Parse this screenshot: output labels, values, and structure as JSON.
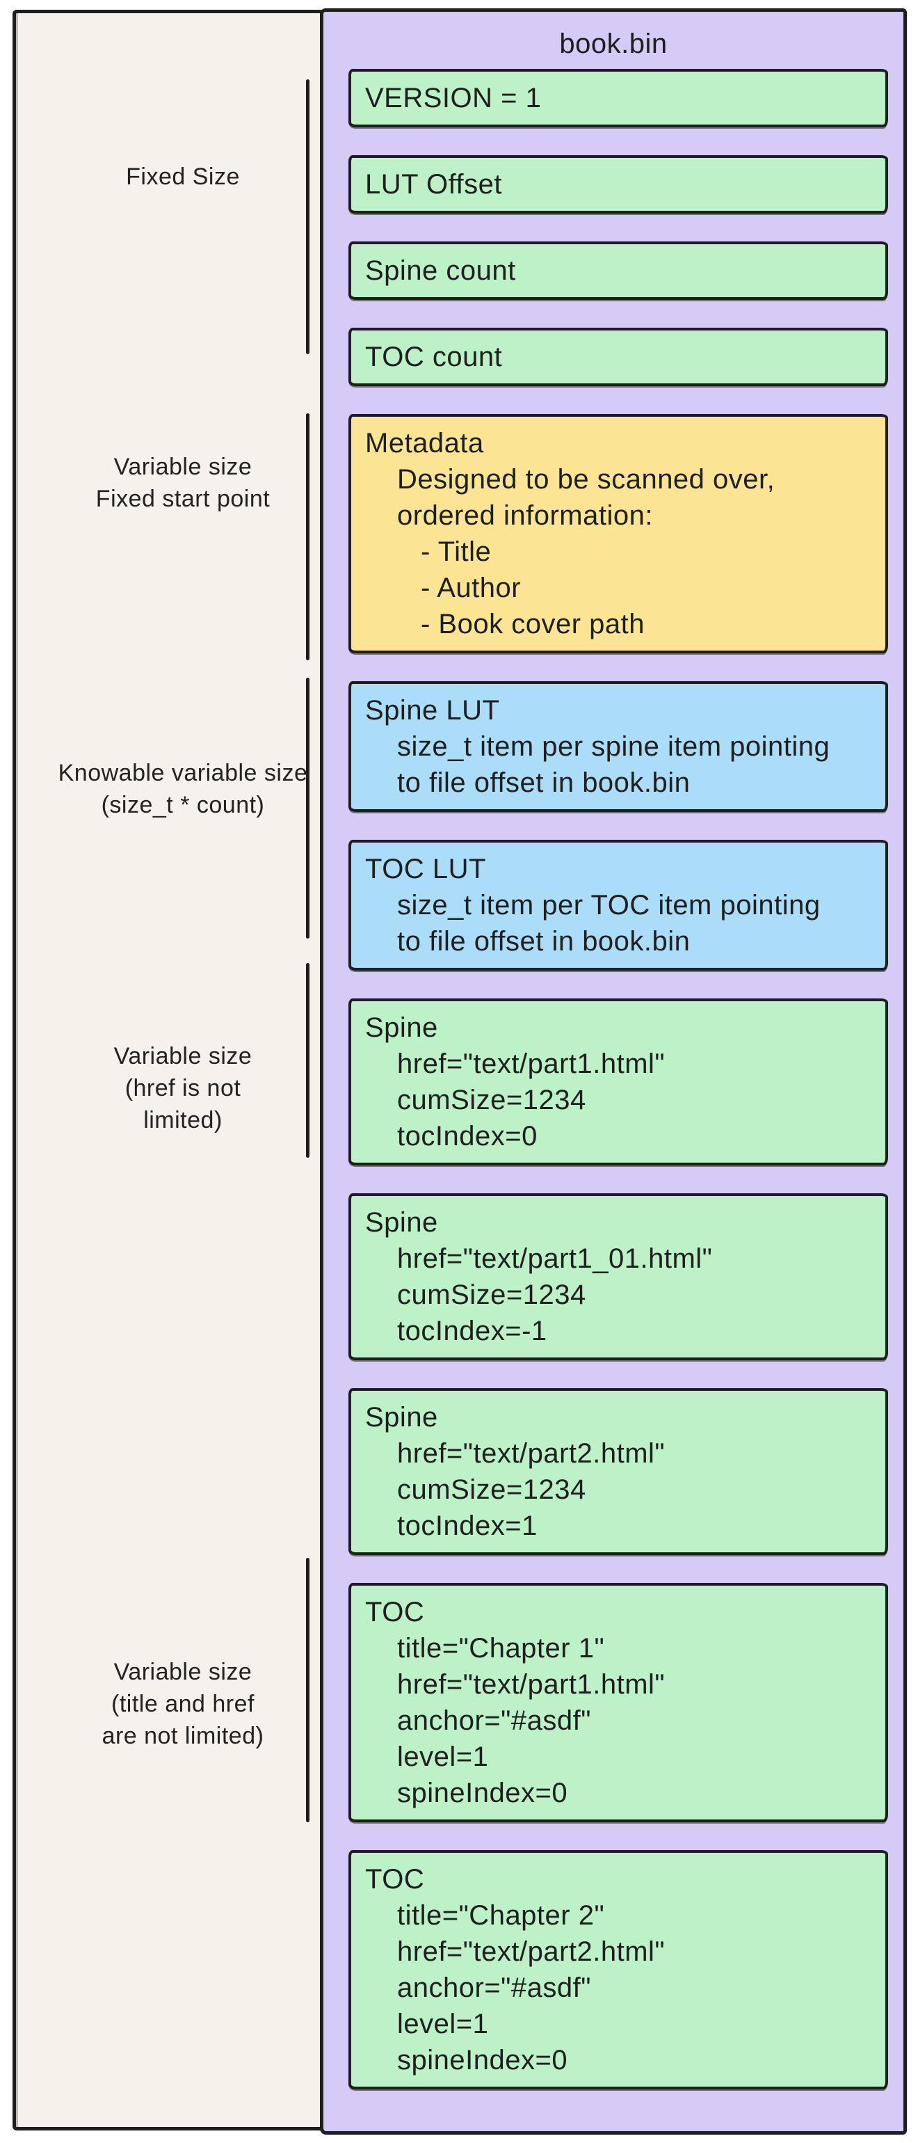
{
  "diagram": {
    "title": "book.bin",
    "palette": {
      "stroke": "#1e1e1e",
      "left_panel_bg": "#f6f1ea",
      "book_panel_bg": "#d6cbf7",
      "green": "#bdf2c8",
      "yellow": "#fbe494",
      "blue": "#abdcf8"
    },
    "side_labels": [
      {
        "lines": [
          "Fixed Size"
        ]
      },
      {
        "lines": [
          "Variable size",
          "Fixed start point"
        ]
      },
      {
        "lines": [
          "Knowable variable size",
          "(size_t * count)"
        ]
      },
      {
        "lines": [
          "Variable size",
          "(href is not",
          "limited)"
        ]
      },
      {
        "lines": [
          "Variable size",
          "(title and href",
          "are not limited)"
        ]
      }
    ],
    "blocks": [
      {
        "id": "version",
        "color": "green",
        "title": "VERSION = 1",
        "lines": []
      },
      {
        "id": "lut-offset",
        "color": "green",
        "title": "LUT Offset",
        "lines": []
      },
      {
        "id": "spine-count",
        "color": "green",
        "title": "Spine count",
        "lines": []
      },
      {
        "id": "toc-count",
        "color": "green",
        "title": "TOC count",
        "lines": []
      },
      {
        "id": "metadata",
        "color": "yellow",
        "title": "Metadata",
        "lines": [
          {
            "text": "Designed to be scanned over,",
            "indent": 1
          },
          {
            "text": "ordered information:",
            "indent": 1
          },
          {
            "text": "- Title",
            "indent": 2
          },
          {
            "text": "- Author",
            "indent": 2
          },
          {
            "text": "- Book cover path",
            "indent": 2
          }
        ]
      },
      {
        "id": "spine-lut",
        "color": "blue",
        "title": "Spine LUT",
        "lines": [
          {
            "text": "size_t item per spine item pointing",
            "indent": 1
          },
          {
            "text": "to file offset in book.bin",
            "indent": 1
          }
        ]
      },
      {
        "id": "toc-lut",
        "color": "blue",
        "title": "TOC LUT",
        "lines": [
          {
            "text": "size_t item per TOC item pointing",
            "indent": 1
          },
          {
            "text": "to file offset in book.bin",
            "indent": 1
          }
        ]
      },
      {
        "id": "spine-1",
        "color": "green",
        "title": "Spine",
        "lines": [
          {
            "text": "href=\"text/part1.html\"",
            "indent": 1
          },
          {
            "text": "cumSize=1234",
            "indent": 1
          },
          {
            "text": "tocIndex=0",
            "indent": 1
          }
        ]
      },
      {
        "id": "spine-2",
        "color": "green",
        "title": "Spine",
        "lines": [
          {
            "text": "href=\"text/part1_01.html\"",
            "indent": 1
          },
          {
            "text": "cumSize=1234",
            "indent": 1
          },
          {
            "text": "tocIndex=-1",
            "indent": 1
          }
        ]
      },
      {
        "id": "spine-3",
        "color": "green",
        "title": "Spine",
        "lines": [
          {
            "text": "href=\"text/part2.html\"",
            "indent": 1
          },
          {
            "text": "cumSize=1234",
            "indent": 1
          },
          {
            "text": "tocIndex=1",
            "indent": 1
          }
        ]
      },
      {
        "id": "toc-1",
        "color": "green",
        "title": "TOC",
        "lines": [
          {
            "text": "title=\"Chapter 1\"",
            "indent": 1
          },
          {
            "text": "href=\"text/part1.html\"",
            "indent": 1
          },
          {
            "text": "anchor=\"#asdf\"",
            "indent": 1
          },
          {
            "text": "level=1",
            "indent": 1
          },
          {
            "text": "spineIndex=0",
            "indent": 1
          }
        ]
      },
      {
        "id": "toc-2",
        "color": "green",
        "title": "TOC",
        "lines": [
          {
            "text": "title=\"Chapter 2\"",
            "indent": 1
          },
          {
            "text": "href=\"text/part2.html\"",
            "indent": 1
          },
          {
            "text": "anchor=\"#asdf\"",
            "indent": 1
          },
          {
            "text": "level=1",
            "indent": 1
          },
          {
            "text": "spineIndex=0",
            "indent": 1
          }
        ]
      }
    ]
  }
}
